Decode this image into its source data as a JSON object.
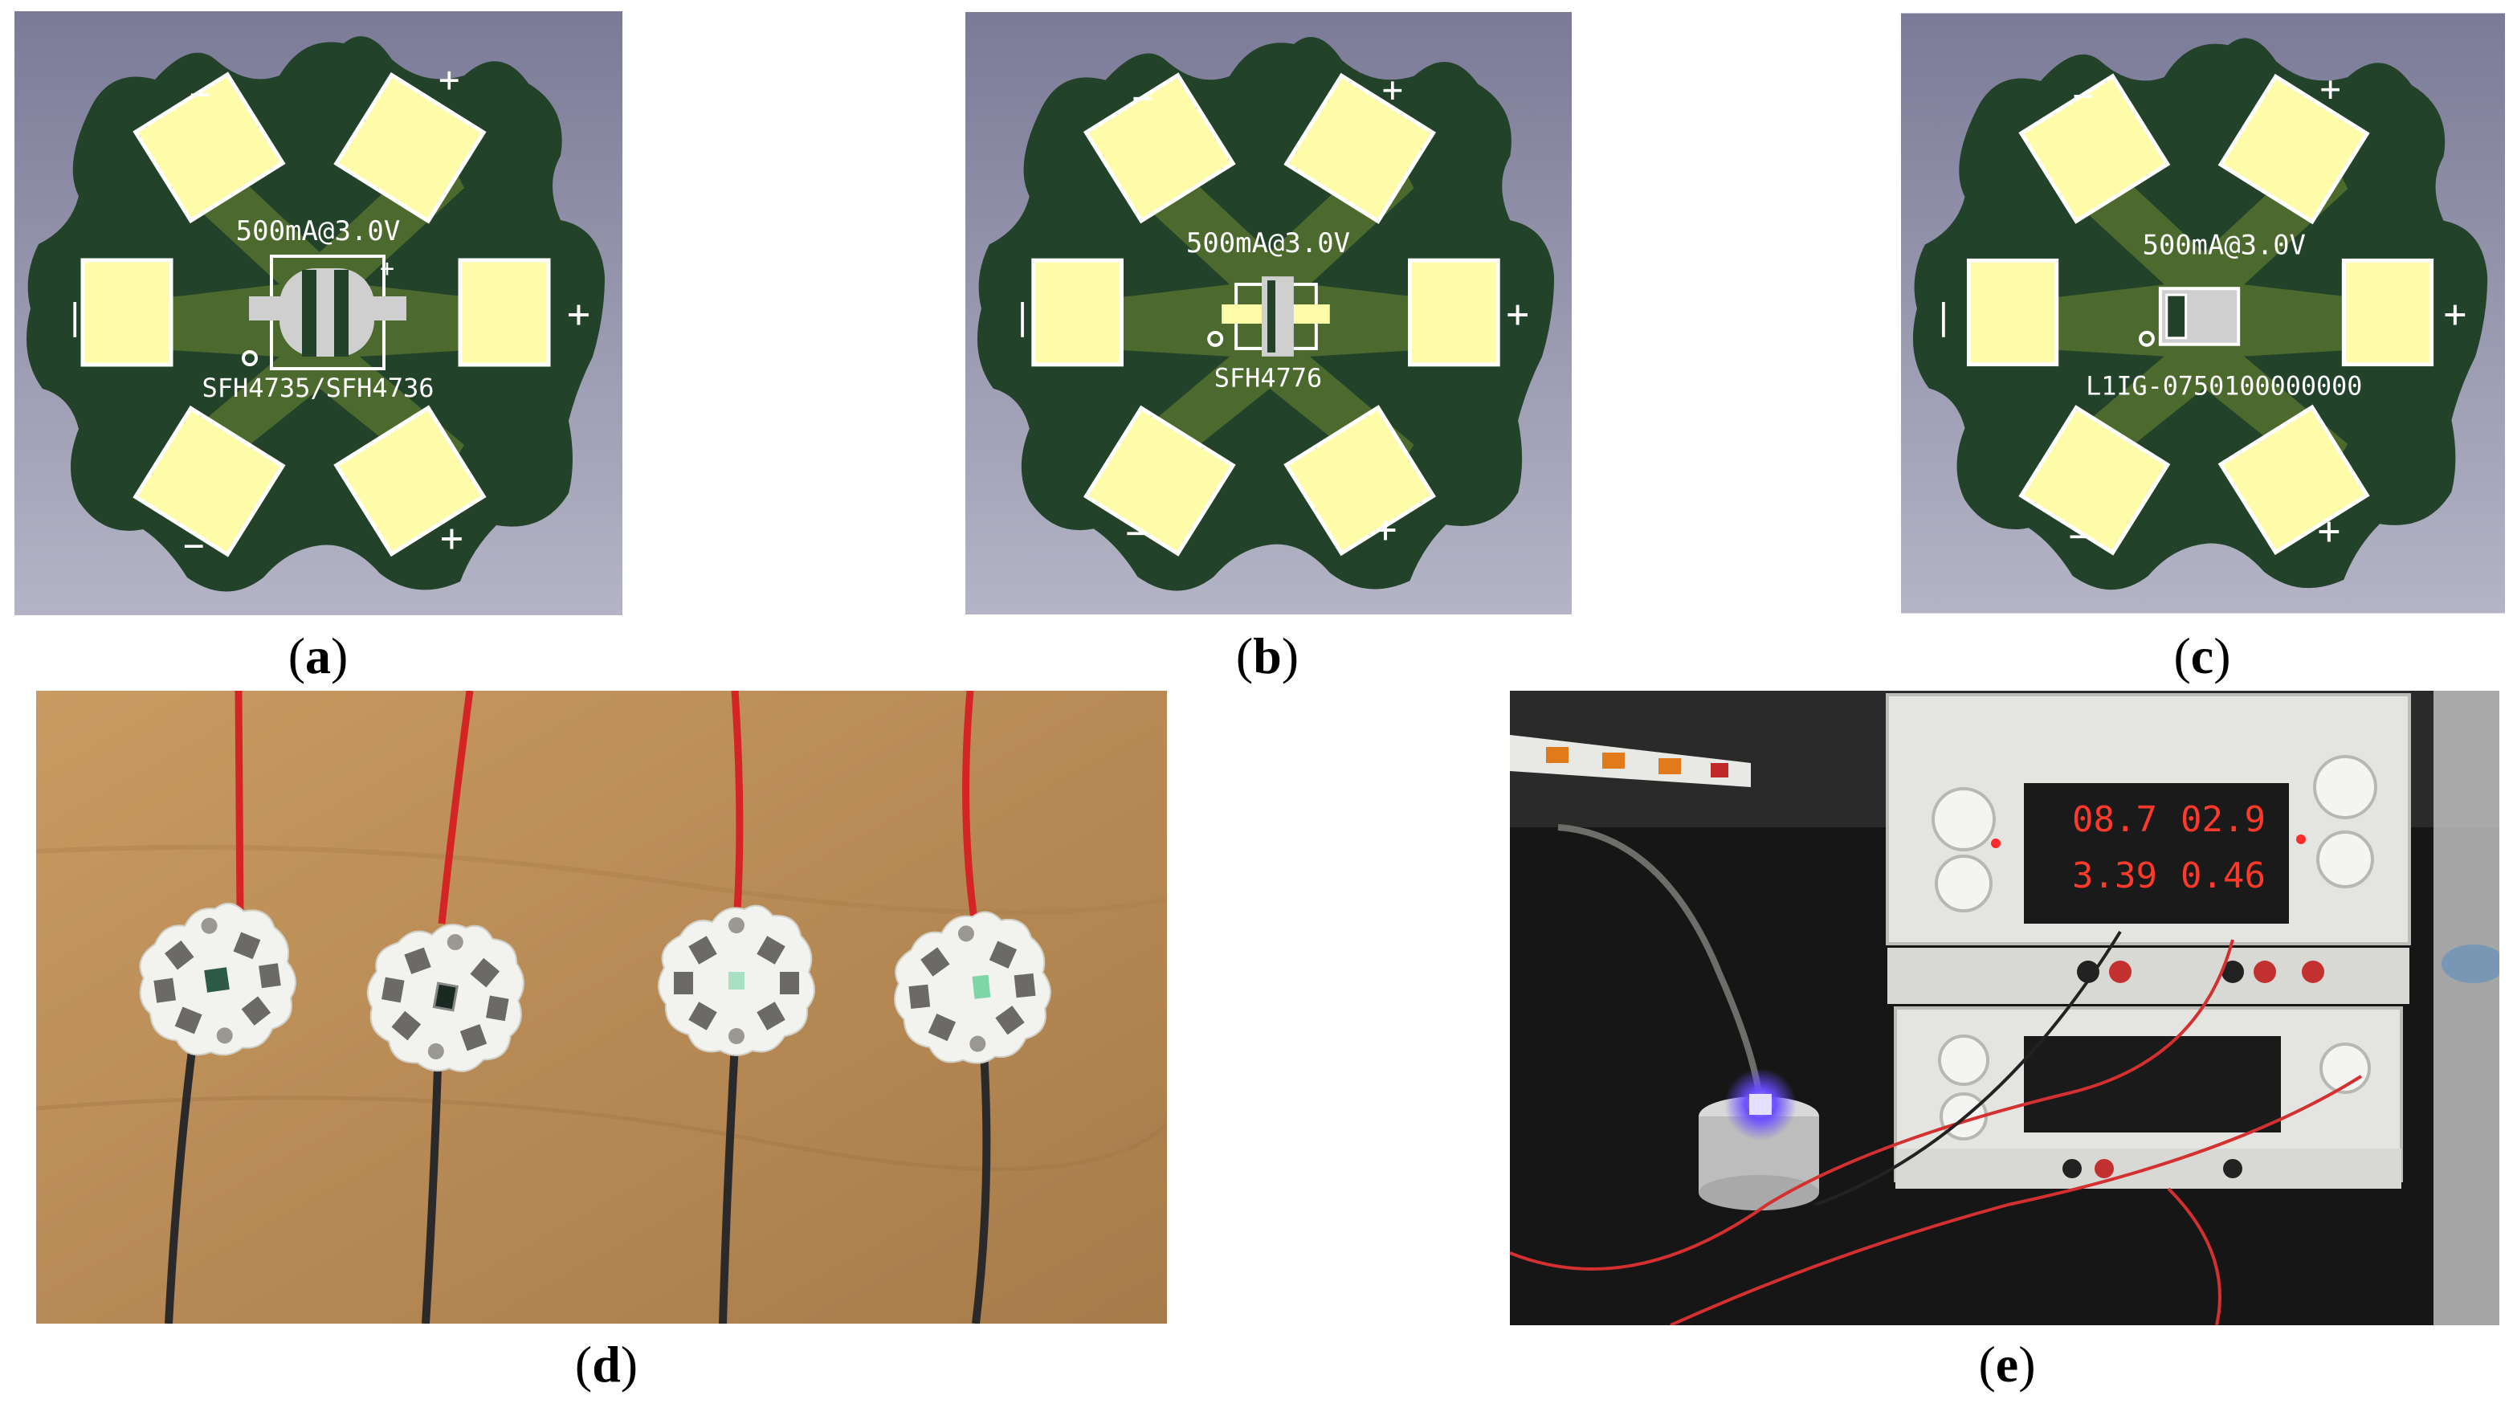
{
  "figure": {
    "panels": [
      {
        "id": "a",
        "caption": "a",
        "current_label": "500mA@3.0V",
        "part_label": "SFH4735/SFH4736",
        "pad_signs": {
          "minus": "−",
          "plus": "+"
        },
        "side_minus": "|",
        "side_plus": "+"
      },
      {
        "id": "b",
        "caption": "b",
        "current_label": "500mA@3.0V",
        "part_label": "SFH4776",
        "pad_signs": {
          "minus": "−",
          "plus": "+"
        },
        "side_minus": "|",
        "side_plus": "+"
      },
      {
        "id": "c",
        "caption": "c",
        "current_label": "500mA@3.0V",
        "part_label": "L1IG-0750100000000",
        "pad_signs": {
          "minus": "−",
          "plus": "+"
        },
        "side_minus": "|",
        "side_plus": "+"
      },
      {
        "id": "d",
        "caption": "d"
      },
      {
        "id": "e",
        "caption": "e",
        "display": {
          "top_left": "08.7",
          "top_right": "02.9",
          "bottom_left": "3.39",
          "bottom_right": "0.46"
        }
      }
    ],
    "colors": {
      "pcb_background": "#8c8ca6",
      "board_green": "#23422a",
      "trace_green": "#4c6a2e",
      "pad_yellow": "#fefca8",
      "outline_white": "#ffffff"
    }
  }
}
